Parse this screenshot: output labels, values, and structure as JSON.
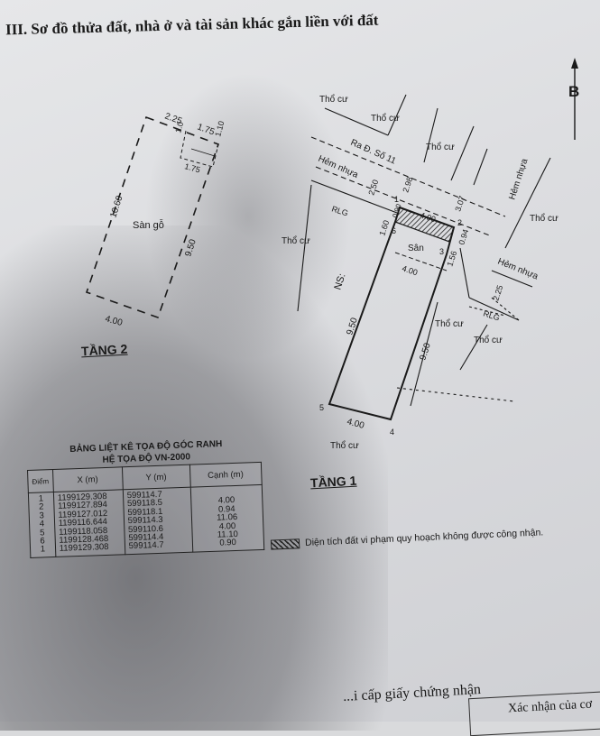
{
  "heading": "III. Sơ đồ thửa đất, nhà ở và tài sản khác gắn liền với đất",
  "floor2": {
    "title": "TẦNG 2",
    "room": "Sàn gỗ",
    "dims": [
      "2.25",
      "1.75",
      "1.0",
      "1.10",
      "1.75",
      "10.60",
      "9.50",
      "4.00"
    ]
  },
  "floor1": {
    "title": "TẦNG 1",
    "room": "Sân",
    "north": "B",
    "neighbors": [
      "Thổ cư",
      "Thổ cư",
      "Thổ cư",
      "Thổ cư",
      "Thổ cư",
      "Thổ cư",
      "Thổ cư",
      "Thổ cư"
    ],
    "roads": [
      "Ra Đ. Số 11",
      "Hẻm nhựa",
      "Hẻm nhựa",
      "Hẻm nhựa"
    ],
    "rlg": [
      "RLG",
      "RLG"
    ],
    "ns": "NS:",
    "points": [
      "1",
      "2",
      "3",
      "4",
      "5",
      "6"
    ],
    "dims": [
      "2.98",
      "3.07",
      "2.50",
      "4.00",
      "0.90",
      "1.60",
      "0.94",
      "1.56",
      "4.00",
      "9.50",
      "9.50",
      "4.00",
      "2.25"
    ]
  },
  "table": {
    "title_line1": "BẢNG LIỆT KÊ TỌA ĐỘ GÓC RANH",
    "title_line2": "HỆ TỌA ĐỘ VN-2000",
    "headers": [
      "Điểm",
      "X (m)",
      "Y (m)",
      "Cạnh (m)"
    ],
    "points": [
      "1",
      "2",
      "3",
      "4",
      "5",
      "6",
      "1"
    ],
    "x": [
      "1199129.308",
      "1199127.894",
      "1199127.012",
      "1199116.644",
      "1199118.058",
      "1199128.468",
      "1199129.308"
    ],
    "y": [
      "599114.7",
      "599118.5",
      "599118.1",
      "599114.3",
      "599110.6",
      "599114.4",
      "599114.7"
    ],
    "edges": [
      "",
      "4.00",
      "0.94",
      "11.06",
      "4.00",
      "11.10",
      "0.90"
    ]
  },
  "legend": "Diện tích đất vi phạm quy hoạch không được công nhận.",
  "footer": {
    "left": "...i cấp giấy chứng nhận",
    "right": "Xác nhận của cơ"
  }
}
